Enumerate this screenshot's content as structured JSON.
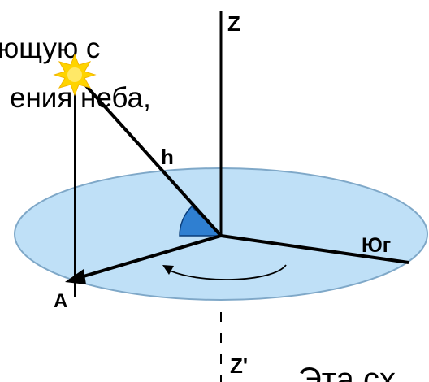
{
  "background_text": {
    "line1": "ющую с",
    "line2": "ения неба,",
    "bottom": "Эта  сх"
  },
  "labels": {
    "zenith": "Z",
    "nadir": "Z'",
    "altitude": "h",
    "azimuth_point": "A",
    "south": "Юг"
  },
  "icons": {
    "sun": "sun-icon"
  },
  "colors": {
    "horizon_fill": "#bfe0f7",
    "horizon_stroke": "#7fa8c8",
    "angle_fill": "#2f7fd1",
    "sun": "#ffd400",
    "ink": "#000000"
  }
}
